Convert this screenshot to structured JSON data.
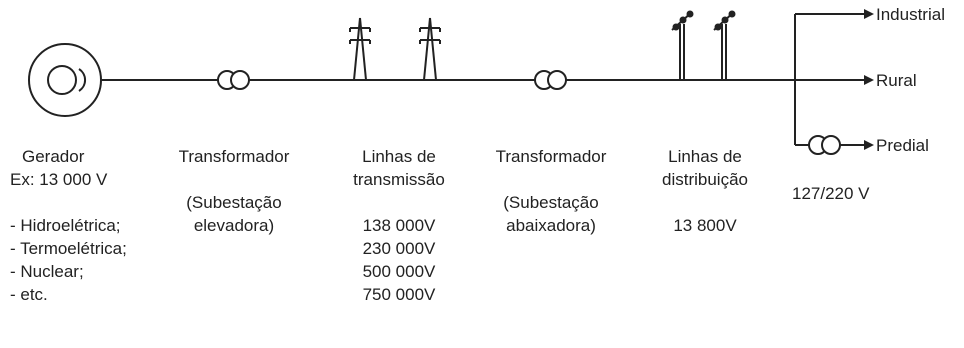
{
  "stages": {
    "generator": {
      "title": "Gerador",
      "example": "Ex: 13 000 V",
      "types": [
        "- Hidroelétrica;",
        "- Termoelétrica;",
        "- Nuclear;",
        "- etc."
      ]
    },
    "step_up": {
      "title": "Transformador",
      "note_line1": "(Subestação",
      "note_line2": "elevadora)"
    },
    "transmission": {
      "title_line1": "Linhas de",
      "title_line2": "transmissão",
      "voltages": [
        "138 000V",
        "230 000V",
        "500 000V",
        "750 000V"
      ]
    },
    "step_down": {
      "title": "Transformador",
      "note_line1": "(Subestação",
      "note_line2": "abaixadora)"
    },
    "distribution": {
      "title_line1": "Linhas de",
      "title_line2": "distribuição",
      "voltage": "13 800V"
    },
    "consumers": {
      "items": [
        "Industrial",
        "Rural",
        "Predial"
      ],
      "voltage": "127/220 V"
    }
  }
}
